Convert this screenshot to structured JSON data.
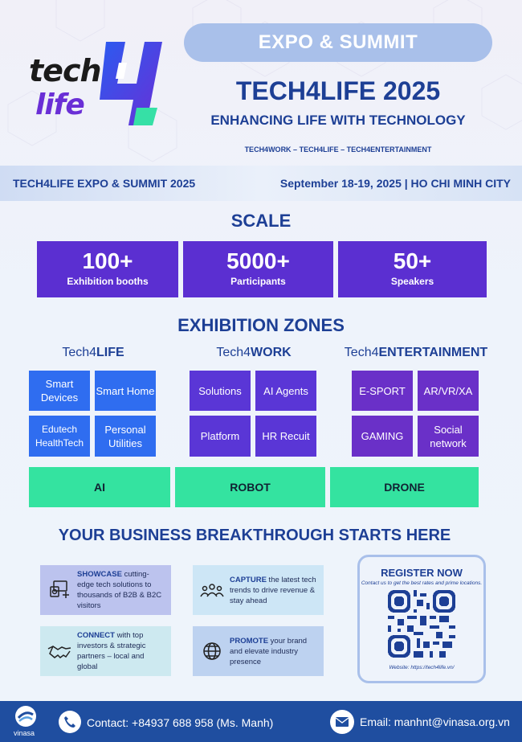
{
  "header": {
    "logo_text_1": "tech",
    "logo_text_2": "life",
    "pill": "EXPO & SUMMIT",
    "title": "TECH4LIFE 2025",
    "subtitle": "ENHANCING LIFE WITH TECHNOLOGY",
    "tagline": "TECH4WORK – TECH4LIFE – TECH4ENTERTAINMENT"
  },
  "banner": {
    "left": "TECH4LIFE EXPO & SUMMIT 2025",
    "right": "September 18-19, 2025 | HO CHI MINH CITY"
  },
  "scale": {
    "heading": "SCALE",
    "items": [
      {
        "number": "100+",
        "caption": "Exhibition booths"
      },
      {
        "number": "5000+",
        "caption": "Participants"
      },
      {
        "number": "50+",
        "caption": "Speakers"
      }
    ]
  },
  "zones": {
    "heading": "EXHIBITION ZONES",
    "groups": [
      {
        "prefix": "Tech4",
        "name": "LIFE",
        "tiles": [
          "Smart Devices",
          "Smart Home",
          "Edutech HealthTech",
          "Personal Utilities"
        ]
      },
      {
        "prefix": "Tech4",
        "name": "WORK",
        "tiles": [
          "Solutions",
          "AI Agents",
          "Platform",
          "HR Recuit"
        ]
      },
      {
        "prefix": "Tech4",
        "name": "ENTERTAINMENT",
        "tiles": [
          "E-SPORT",
          "AR/VR/XA",
          "GAMING",
          "Social network"
        ]
      }
    ],
    "bars": [
      "AI",
      "ROBOT",
      "DRONE"
    ]
  },
  "business": {
    "heading": "YOUR BUSINESS BREAKTHROUGH STARTS HERE",
    "cards": [
      {
        "strong": "SHOWCASE",
        "text": " cutting-edge tech solutions to thousands of B2B & B2C visitors",
        "icon": "showcase-icon"
      },
      {
        "strong": "CAPTURE",
        "text": " the latest tech trends to drive revenue & stay ahead",
        "icon": "people-icon"
      },
      {
        "strong": "CONNECT",
        "text": " with top investors & strategic partners – local and global",
        "icon": "handshake-icon"
      },
      {
        "strong": "PROMOTE",
        "text": " your brand and elevate industry presence",
        "icon": "globe-icon"
      }
    ]
  },
  "register": {
    "heading": "REGISTER NOW",
    "sub": "Contact us to get the best rates and prime locations.",
    "website": "Website: https://tech4life.vn/"
  },
  "footer": {
    "brand": "vinasa",
    "contact": "Contact:  +84937 688 958 (Ms. Manh)",
    "email": "Email: manhnt@vinasa.org.vn"
  },
  "colors": {
    "primary_blue": "#1d3f95",
    "purple": "#5b2fd1",
    "tile_blue": "#2f6df0",
    "green": "#34e3a0",
    "footer": "#1f4ea0"
  }
}
